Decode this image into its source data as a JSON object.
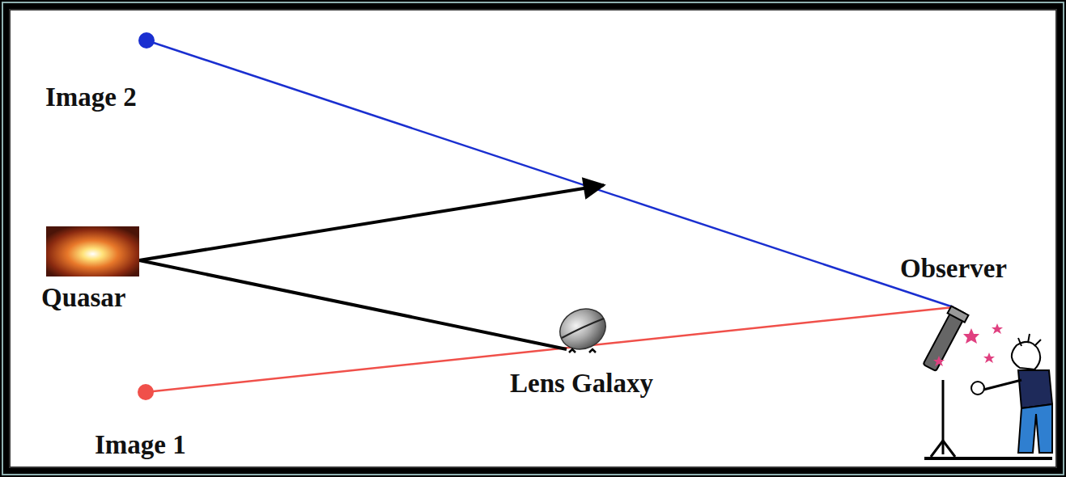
{
  "diagram": {
    "labels": [
      "Image 2",
      "Quasar",
      "Observer",
      "Lens Galaxy",
      "Image 1"
    ]
  }
}
